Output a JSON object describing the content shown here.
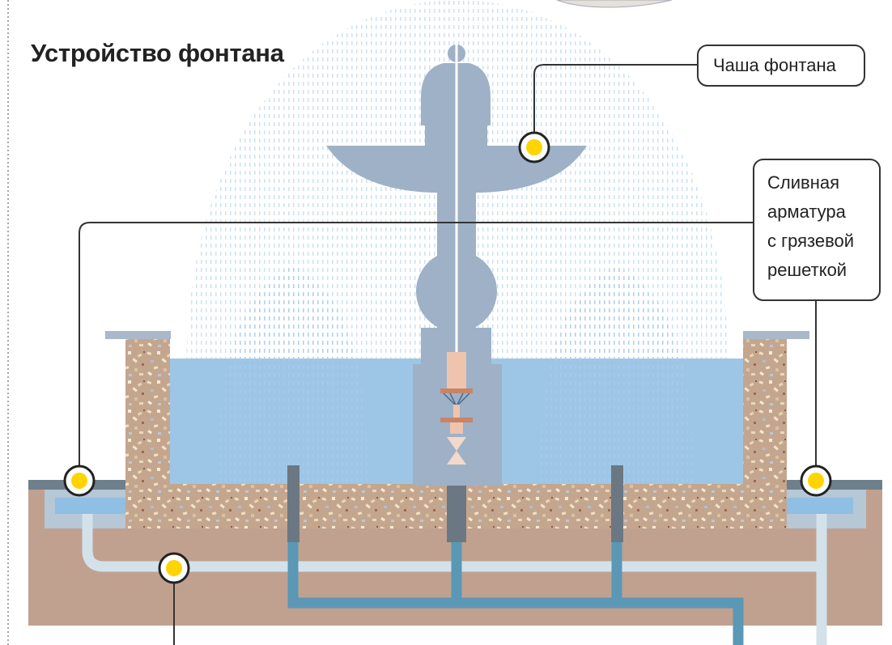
{
  "title": "Устройство фонтана",
  "callouts": {
    "bowl": "Чаша фонтана",
    "drain": [
      "Сливная",
      "арматура",
      "с грязевой",
      "решеткой"
    ]
  },
  "colors": {
    "soil": "#c0a190",
    "water": "#9dc6e6",
    "structure": "#9eb1c6",
    "drain_pipe": "#d3e2ea",
    "supply_pipe": "#5a98b5",
    "marker": "#ffd400",
    "nozzle": "#e6b7a1",
    "spray": "#b7d5ee"
  }
}
